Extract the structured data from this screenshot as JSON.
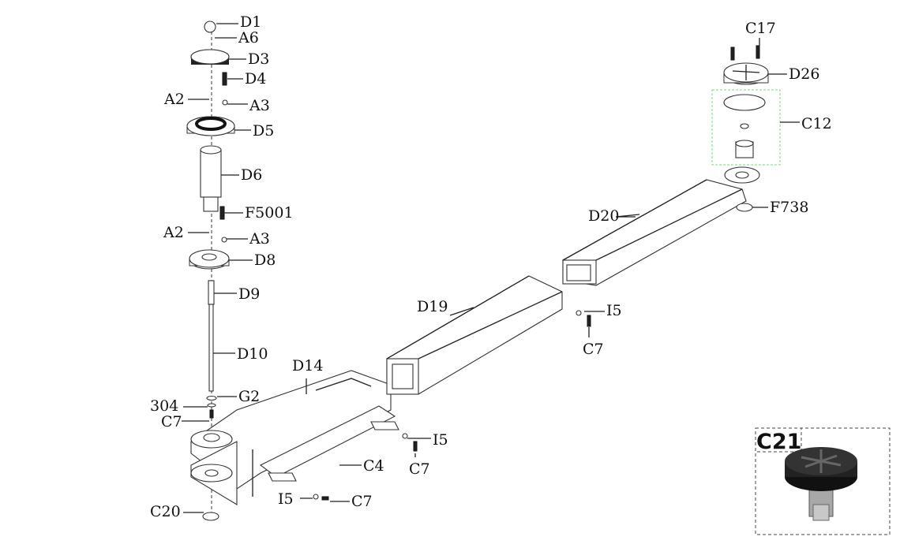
{
  "labels": {
    "d1": "D1",
    "a6": "A6",
    "d3": "D3",
    "d4": "D4",
    "a2_top": "A2",
    "a3_top": "A3",
    "d5": "D5",
    "d6": "D6",
    "f5001": "F5001",
    "a2_mid": "A2",
    "a3_mid": "A3",
    "d8": "D8",
    "d9": "D9",
    "d10": "D10",
    "d14": "D14",
    "g2": "G2",
    "p304": "304",
    "c7_left": "C7",
    "c20": "C20",
    "c4": "C4",
    "i5_center": "I5",
    "c7_center": "C7",
    "i5_bottom": "I5",
    "c7_bottom": "C7",
    "d19": "D19",
    "i5_right": "I5",
    "c7_right": "C7",
    "d20": "D20",
    "f738": "F738",
    "c12": "C12",
    "d26": "D26",
    "c17": "C17",
    "c21": "C21"
  },
  "colors": {
    "highlight_box": "#7fd67f"
  }
}
